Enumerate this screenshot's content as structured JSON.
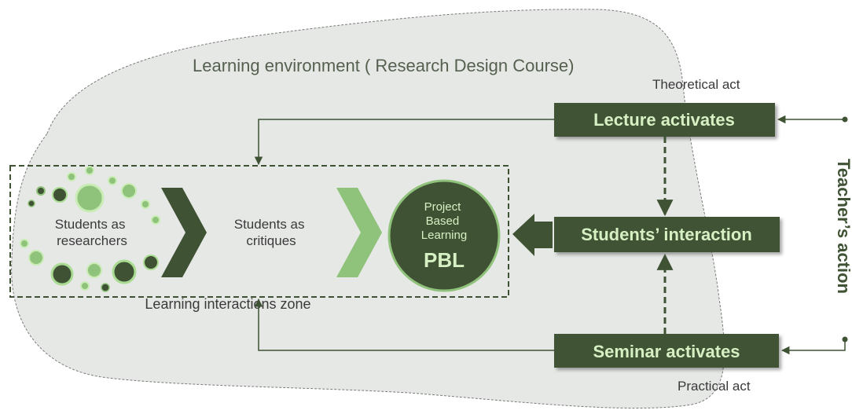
{
  "environment_title": "Learning environment ( Research Design Course)",
  "theoretical_act": "Theoretical act",
  "practical_act": "Practical act",
  "teacher_action": "Teacher’s action",
  "boxes": {
    "lecture": "Lecture activates",
    "students": "Students’ interaction",
    "seminar": "Seminar activates"
  },
  "zone_label": "Learning interactions zone",
  "researchers": [
    "Students as",
    "researchers"
  ],
  "critiques": [
    "Students as",
    "critiques"
  ],
  "pbl": {
    "lines": [
      "Project",
      "Based",
      "Learning"
    ],
    "abbr": "PBL"
  },
  "colors": {
    "dark_green": "#3f5234",
    "light_green": "#8fc27a",
    "cloud_fill": "#e6e8e6",
    "text_light": "#d6f0c4"
  }
}
